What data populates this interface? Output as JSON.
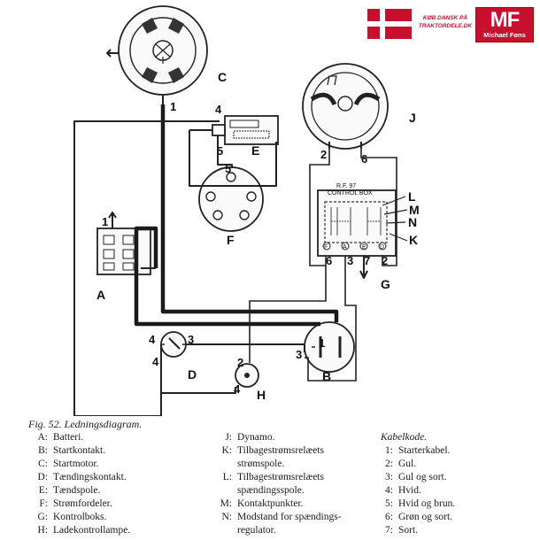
{
  "brand": {
    "shop_text": "KØB DANSK PÅ TRAKTORDELE.DK",
    "logo": "MF",
    "name": "Michael Føns",
    "colors": {
      "red": "#c8102e",
      "white": "#ffffff"
    }
  },
  "diagram": {
    "component_labels": {
      "A": "A",
      "B": "B",
      "C": "C",
      "D": "D",
      "E": "E",
      "F": "F",
      "G": "G",
      "H": "H",
      "J": "J",
      "K": "K",
      "L": "L",
      "M": "M",
      "N": "N"
    },
    "wire_labels": {
      "c1": "1",
      "e4": "4",
      "e5": "5",
      "f5": "5",
      "j2": "2",
      "j6": "6",
      "g6": "6",
      "g3": "3",
      "g7": "7",
      "g2": "2",
      "a1": "1",
      "d4a": "4",
      "d3": "3",
      "d4b": "4",
      "b1": "1",
      "b3": "3",
      "h2": "2",
      "h4": "4"
    },
    "control_box_title_line1": "R.F. 97",
    "control_box_title_line2": "CONTROL BOX",
    "terminals": {
      "f": "F",
      "a": "A",
      "e": "E",
      "d": "D"
    }
  },
  "legend": {
    "caption": "Fig. 52. Ledningsdiagram.",
    "col1": [
      {
        "key": "A:",
        "text": "Batteri."
      },
      {
        "key": "B:",
        "text": "Startkontakt."
      },
      {
        "key": "C:",
        "text": "Startmotor."
      },
      {
        "key": "D:",
        "text": "Tændingskontakt."
      },
      {
        "key": "E:",
        "text": "Tændspole."
      },
      {
        "key": "F:",
        "text": "Strømfordeler."
      },
      {
        "key": "G:",
        "text": "Kontrolboks."
      },
      {
        "key": "H:",
        "text": "Ladekontrollampe."
      }
    ],
    "col2": [
      {
        "key": "J:",
        "text": "Dynamo."
      },
      {
        "key": "K:",
        "text": "Tilbagestrømsrelæets",
        "cont": "strømspole."
      },
      {
        "key": "L:",
        "text": "Tilbagestrømsrelæets",
        "cont": "spændingsspole."
      },
      {
        "key": "M:",
        "text": "Kontaktpunkter."
      },
      {
        "key": "N:",
        "text": "Modstand for spændings-",
        "cont": "regulator."
      }
    ],
    "col3_title": "Kabelkode.",
    "col3": [
      {
        "key": "1:",
        "text": "Starterkabel."
      },
      {
        "key": "2:",
        "text": "Gul."
      },
      {
        "key": "3:",
        "text": "Gul og sort."
      },
      {
        "key": "4:",
        "text": "Hvid."
      },
      {
        "key": "5:",
        "text": "Hvid og brun."
      },
      {
        "key": "6:",
        "text": "Grøn og sort."
      },
      {
        "key": "7:",
        "text": "Sort."
      }
    ]
  }
}
